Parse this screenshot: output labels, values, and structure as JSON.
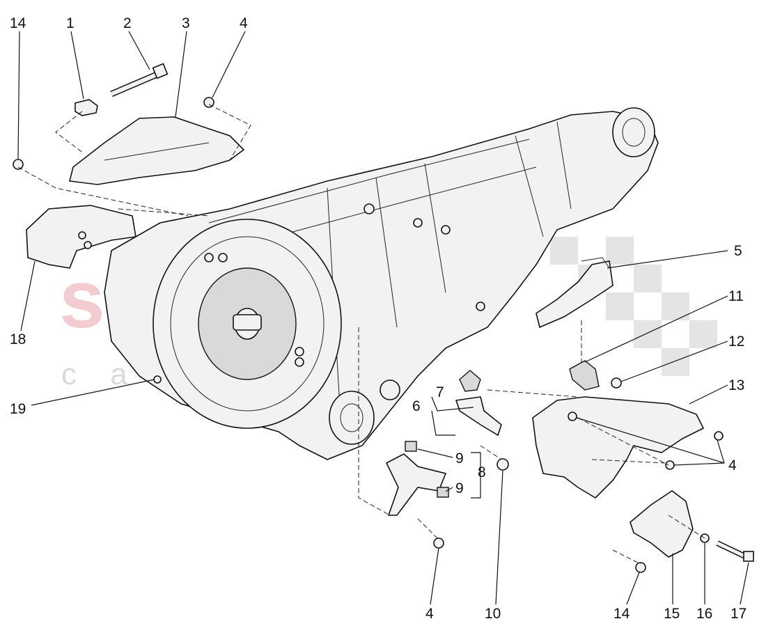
{
  "diagram": {
    "callouts": {
      "c14a": "14",
      "c1": "1",
      "c2": "2",
      "c3": "3",
      "c4a": "4",
      "c5": "5",
      "c11": "11",
      "c12": "12",
      "c13": "13",
      "c4b": "4",
      "c18": "18",
      "c19": "19",
      "c6": "6",
      "c7": "7",
      "c8": "8",
      "c9a": "9",
      "c9b": "9",
      "c4c": "4",
      "c10": "10",
      "c14b": "14",
      "c15": "15",
      "c16": "16",
      "c17": "17"
    },
    "watermark": {
      "brand": "scuderia",
      "sub": "c a r p a r t s",
      "color": "#e8a0a8"
    }
  }
}
